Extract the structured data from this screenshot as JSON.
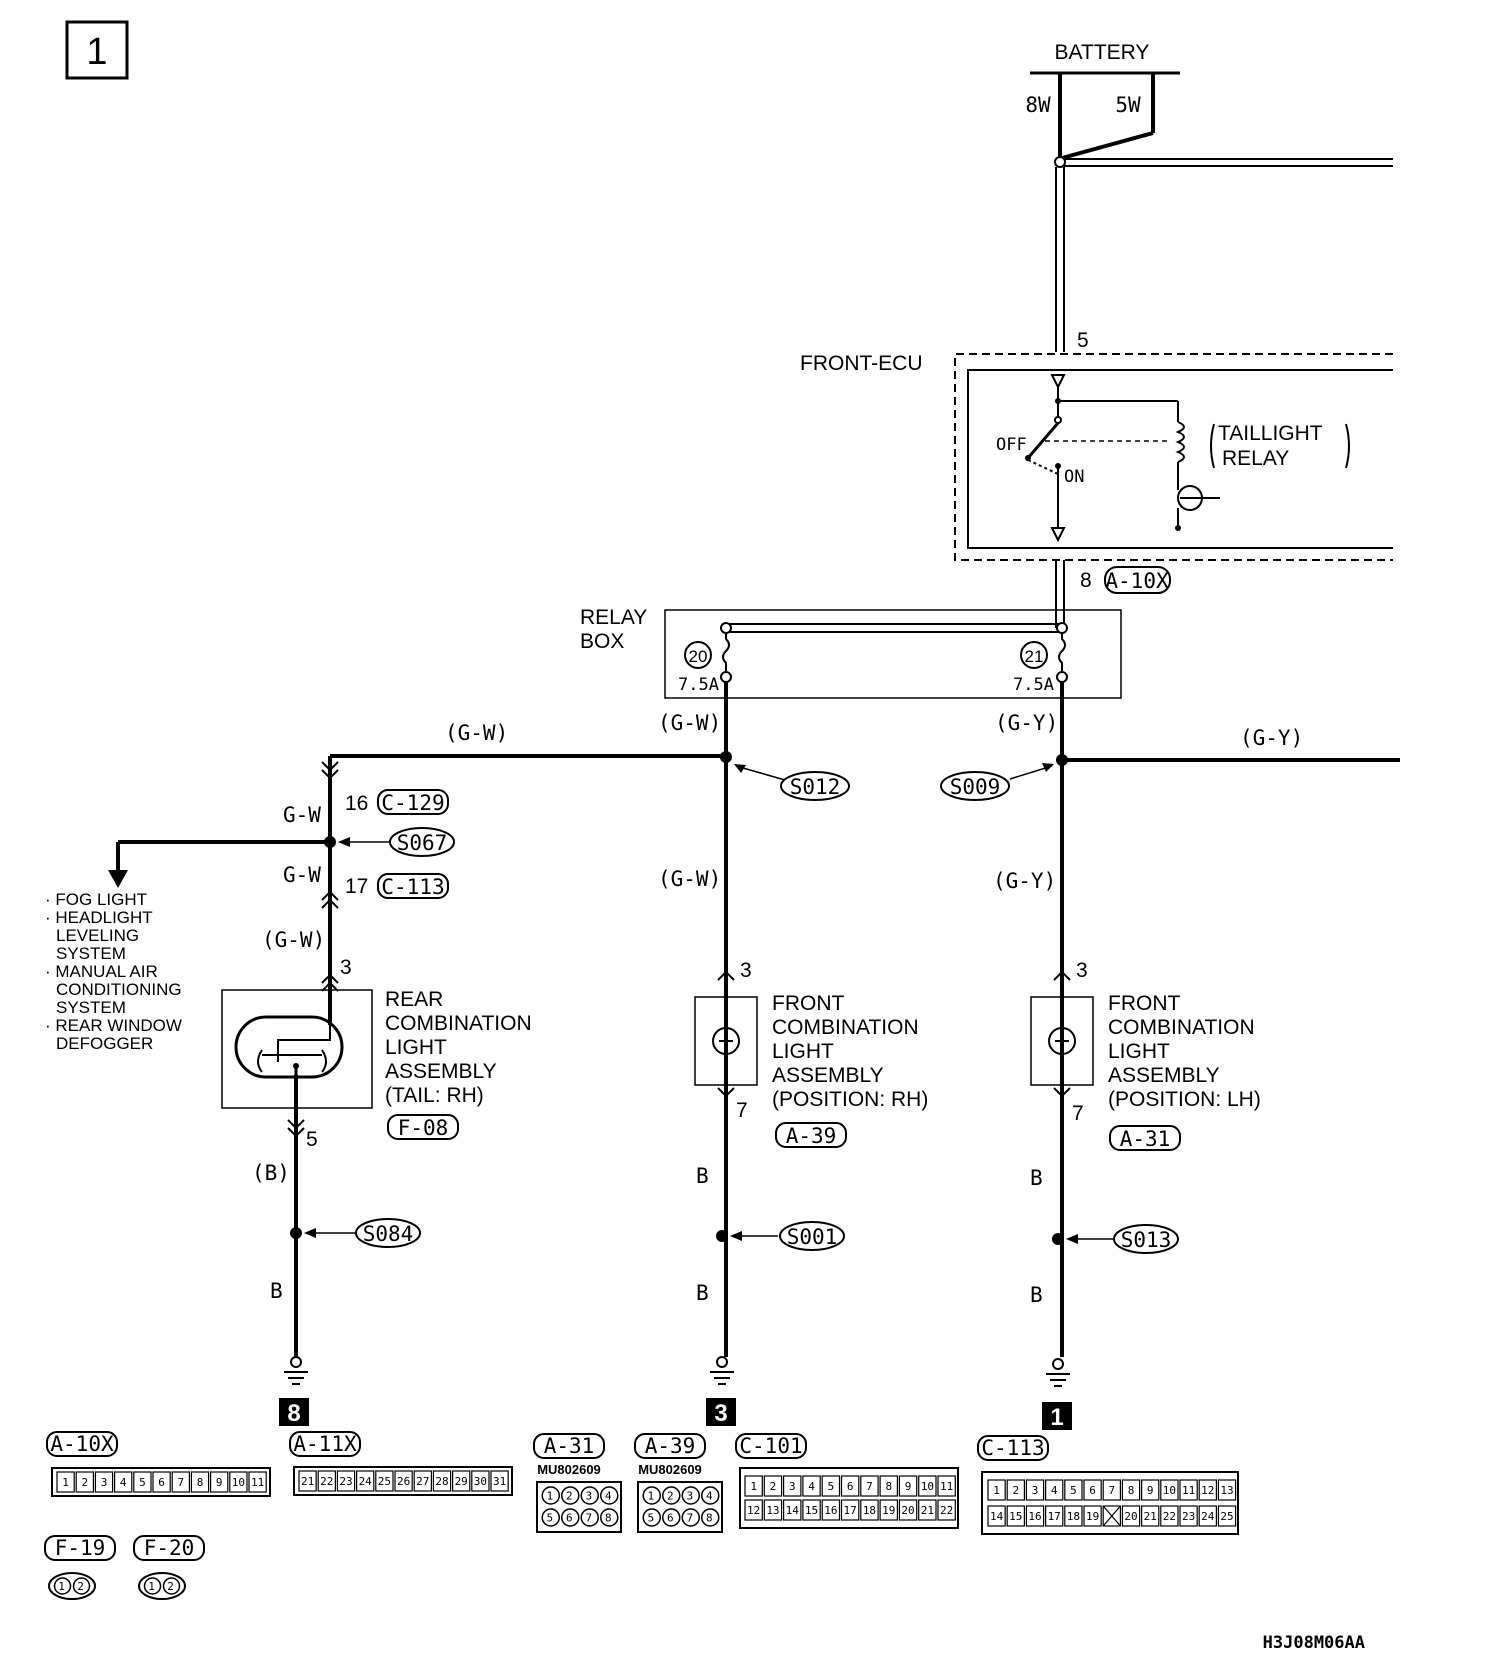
{
  "page": {
    "number": "1",
    "figure_code": "H3J08M06AA"
  },
  "battery": {
    "label": "BATTERY",
    "wires": [
      "8W",
      "5W"
    ]
  },
  "front_ecu": {
    "label": "FRONT-ECU",
    "input_pin": "5",
    "output_pin": "8",
    "connector": "A-10X"
  },
  "relay": {
    "label_line1": "TAILLIGHT",
    "label_line2": "RELAY",
    "off": "OFF",
    "on": "ON"
  },
  "relay_box": {
    "label_line1": "RELAY",
    "label_line2": "BOX",
    "fuses": [
      {
        "num": "20",
        "rating": "7.5A"
      },
      {
        "num": "21",
        "rating": "7.5A"
      }
    ]
  },
  "wires": {
    "gw_paren": "(G-W)",
    "gy_paren": "(G-Y)",
    "gw": "G-W",
    "b": "B",
    "b_paren": "(B)"
  },
  "splices": [
    "S012",
    "S009",
    "S067",
    "S084",
    "S001",
    "S013"
  ],
  "connectors_inline": {
    "c129": {
      "pin": "16",
      "id": "C-129"
    },
    "c113": {
      "pin": "17",
      "id": "C-113"
    }
  },
  "branch_list": [
    "· FOG LIGHT",
    "· HEADLIGHT",
    "LEVELING",
    "SYSTEM",
    "· MANUAL AIR",
    "CONDITIONING",
    "SYSTEM",
    "· REAR WINDOW",
    "DEFOGGER"
  ],
  "rear_light": {
    "lines": [
      "REAR",
      "COMBINATION",
      "LIGHT",
      "ASSEMBLY",
      "(TAIL: RH)"
    ],
    "connector": "F-08",
    "pin_in": "3",
    "pin_out": "5"
  },
  "front_rh": {
    "lines": [
      "FRONT",
      "COMBINATION",
      "LIGHT",
      "ASSEMBLY",
      "(POSITION: RH)"
    ],
    "connector": "A-39",
    "pin_in": "3",
    "pin_out": "7"
  },
  "front_lh": {
    "lines": [
      "FRONT",
      "COMBINATION",
      "LIGHT",
      "ASSEMBLY",
      "(POSITION: LH)"
    ],
    "connector": "A-31",
    "pin_in": "3",
    "pin_out": "7"
  },
  "grounds": [
    "8",
    "3",
    "1"
  ],
  "connector_views": {
    "a10x": {
      "id": "A-10X",
      "pins": [
        "1",
        "2",
        "3",
        "4",
        "5",
        "6",
        "7",
        "8",
        "9",
        "10",
        "11"
      ]
    },
    "a11x": {
      "id": "A-11X",
      "pins": [
        "21",
        "22",
        "23",
        "24",
        "25",
        "26",
        "27",
        "28",
        "29",
        "30",
        "31"
      ]
    },
    "a31": {
      "id": "A-31",
      "part": "MU802609",
      "row1": [
        "1",
        "2",
        "3",
        "4"
      ],
      "row2": [
        "5",
        "6",
        "7",
        "8"
      ]
    },
    "a39": {
      "id": "A-39",
      "part": "MU802609",
      "row1": [
        "1",
        "2",
        "3",
        "4"
      ],
      "row2": [
        "5",
        "6",
        "7",
        "8"
      ]
    },
    "c101": {
      "id": "C-101",
      "row1": [
        "1",
        "2",
        "3",
        "4",
        "5",
        "6",
        "7",
        "8",
        "9",
        "10",
        "11"
      ],
      "row2": [
        "12",
        "13",
        "14",
        "15",
        "16",
        "17",
        "18",
        "19",
        "20",
        "21",
        "22"
      ]
    },
    "c113": {
      "id": "C-113",
      "row1": [
        "1",
        "2",
        "3",
        "4",
        "5",
        "6",
        "7",
        "8",
        "9",
        "10",
        "11",
        "12",
        "13"
      ],
      "row2": [
        "14",
        "15",
        "16",
        "17",
        "18",
        "19",
        "",
        "20",
        "21",
        "22",
        "23",
        "24",
        "25"
      ]
    },
    "f19": {
      "id": "F-19",
      "pins": [
        "1",
        "2"
      ]
    },
    "f20": {
      "id": "F-20",
      "pins": [
        "1",
        "2"
      ]
    }
  }
}
